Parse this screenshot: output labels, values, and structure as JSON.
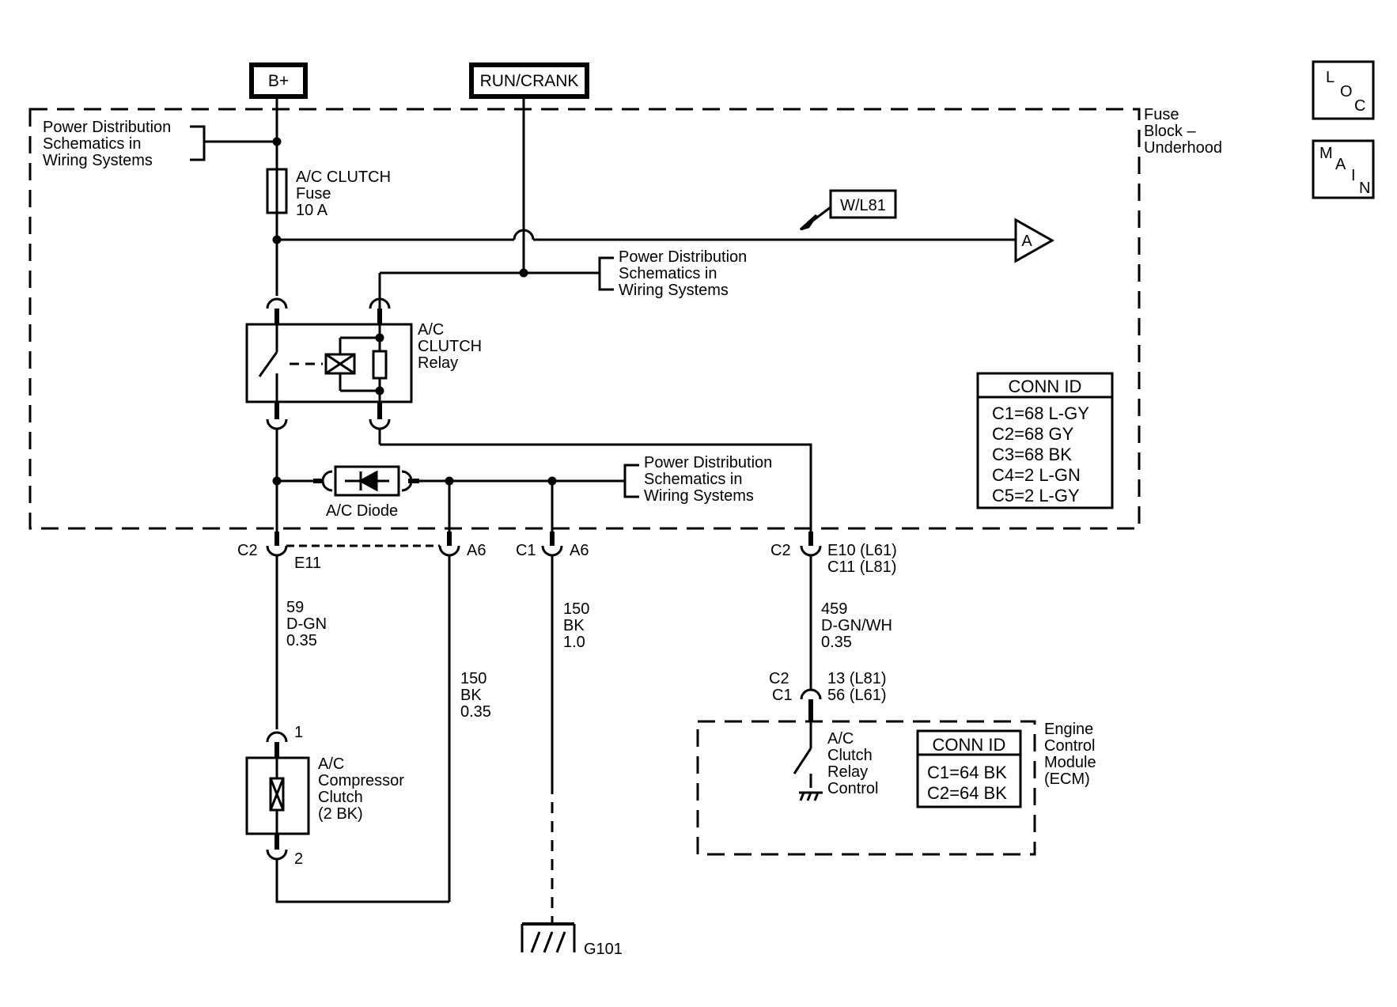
{
  "sources": {
    "battery": "B+",
    "run_crank": "RUN/CRANK"
  },
  "fuse_block": [
    "Fuse",
    "Block –",
    "Underhood"
  ],
  "pd_schematics_label": [
    "Power Distribution",
    "Schematics in",
    "Wiring Systems"
  ],
  "fuse": [
    "A/C CLUTCH",
    "Fuse",
    "10 A"
  ],
  "relay": [
    "A/C",
    "CLUTCH",
    "Relay"
  ],
  "option_tag": "W/L81",
  "off_page_connector": "A",
  "diode_label": "A/C Diode",
  "fuse_block_conn_id": {
    "title": "CONN ID",
    "rows": [
      "C1=68 L-GY",
      "C2=68 GY",
      "C3=68 BK",
      "C4=2 L-GN",
      "C5=2 L-GY"
    ]
  },
  "terminals": {
    "c2_e11_conn": "C2",
    "c2_e11_pin": "E11",
    "a6_left": "A6",
    "c1_a6_conn": "C1",
    "c1_a6_pin": "A6",
    "c2_e10_conn": "C2",
    "e10_l61": "E10 (L61)",
    "c11_l81": "C11 (L81)",
    "ecm_c2": "C2",
    "ecm_c1": "C1",
    "ecm_13_l81": "13 (L81)",
    "ecm_56_l61": "56 (L61)",
    "clutch_pin1": "1",
    "clutch_pin2": "2"
  },
  "wires": {
    "w59": [
      "59",
      "D-GN",
      "0.35"
    ],
    "w150_small": [
      "150",
      "BK",
      "0.35"
    ],
    "w150_large": [
      "150",
      "BK",
      "1.0"
    ],
    "w459": [
      "459",
      "D-GN/WH",
      "0.35"
    ]
  },
  "compressor_clutch": [
    "A/C",
    "Compressor",
    "Clutch",
    "(2 BK)"
  ],
  "ground": "G101",
  "ecm": [
    "Engine",
    "Control",
    "Module",
    "(ECM)"
  ],
  "ecm_relay_control": [
    "A/C",
    "Clutch",
    "Relay",
    "Control"
  ],
  "ecm_conn_id": {
    "title": "CONN ID",
    "rows": [
      "C1=64 BK",
      "C2=64 BK"
    ]
  },
  "nav": {
    "loc": [
      "L",
      "O",
      "C"
    ],
    "main": [
      "M",
      "A",
      "I",
      "N"
    ]
  }
}
